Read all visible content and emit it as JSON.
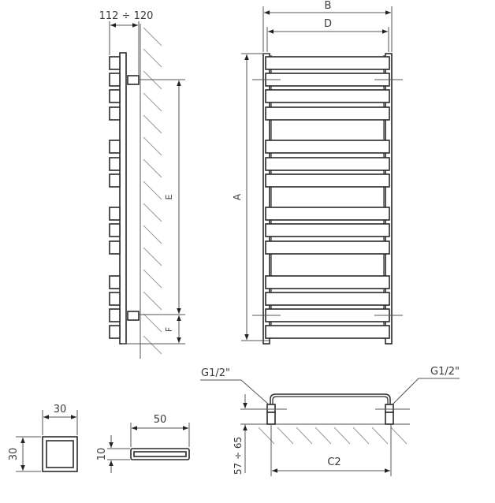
{
  "diagram": {
    "subject": "bathroom towel radiator technical drawing",
    "side_view": {
      "depth_label": "112 ÷ 120",
      "height_between_connections_label": "E",
      "bottom_offset_label": "F"
    },
    "front_view": {
      "overall_width_label": "B",
      "collector_width_label": "D",
      "overall_height_label": "A",
      "bar_groups": [
        4,
        3,
        3,
        4
      ]
    },
    "bottom_view": {
      "connection_left_label": "G1/2\"",
      "connection_right_label": "G1/2\"",
      "connection_spacing_label": "C2",
      "wall_distance_label": "57 ÷ 65"
    },
    "profiles": {
      "collector_profile": {
        "width_label": "30",
        "height_label": "30"
      },
      "bar_profile": {
        "width_label": "50",
        "height_label": "10"
      }
    },
    "colors": {
      "line": "#2a2a2a",
      "dimension": "#555555",
      "hatch": "#9a9a9a",
      "background": "#ffffff"
    }
  }
}
